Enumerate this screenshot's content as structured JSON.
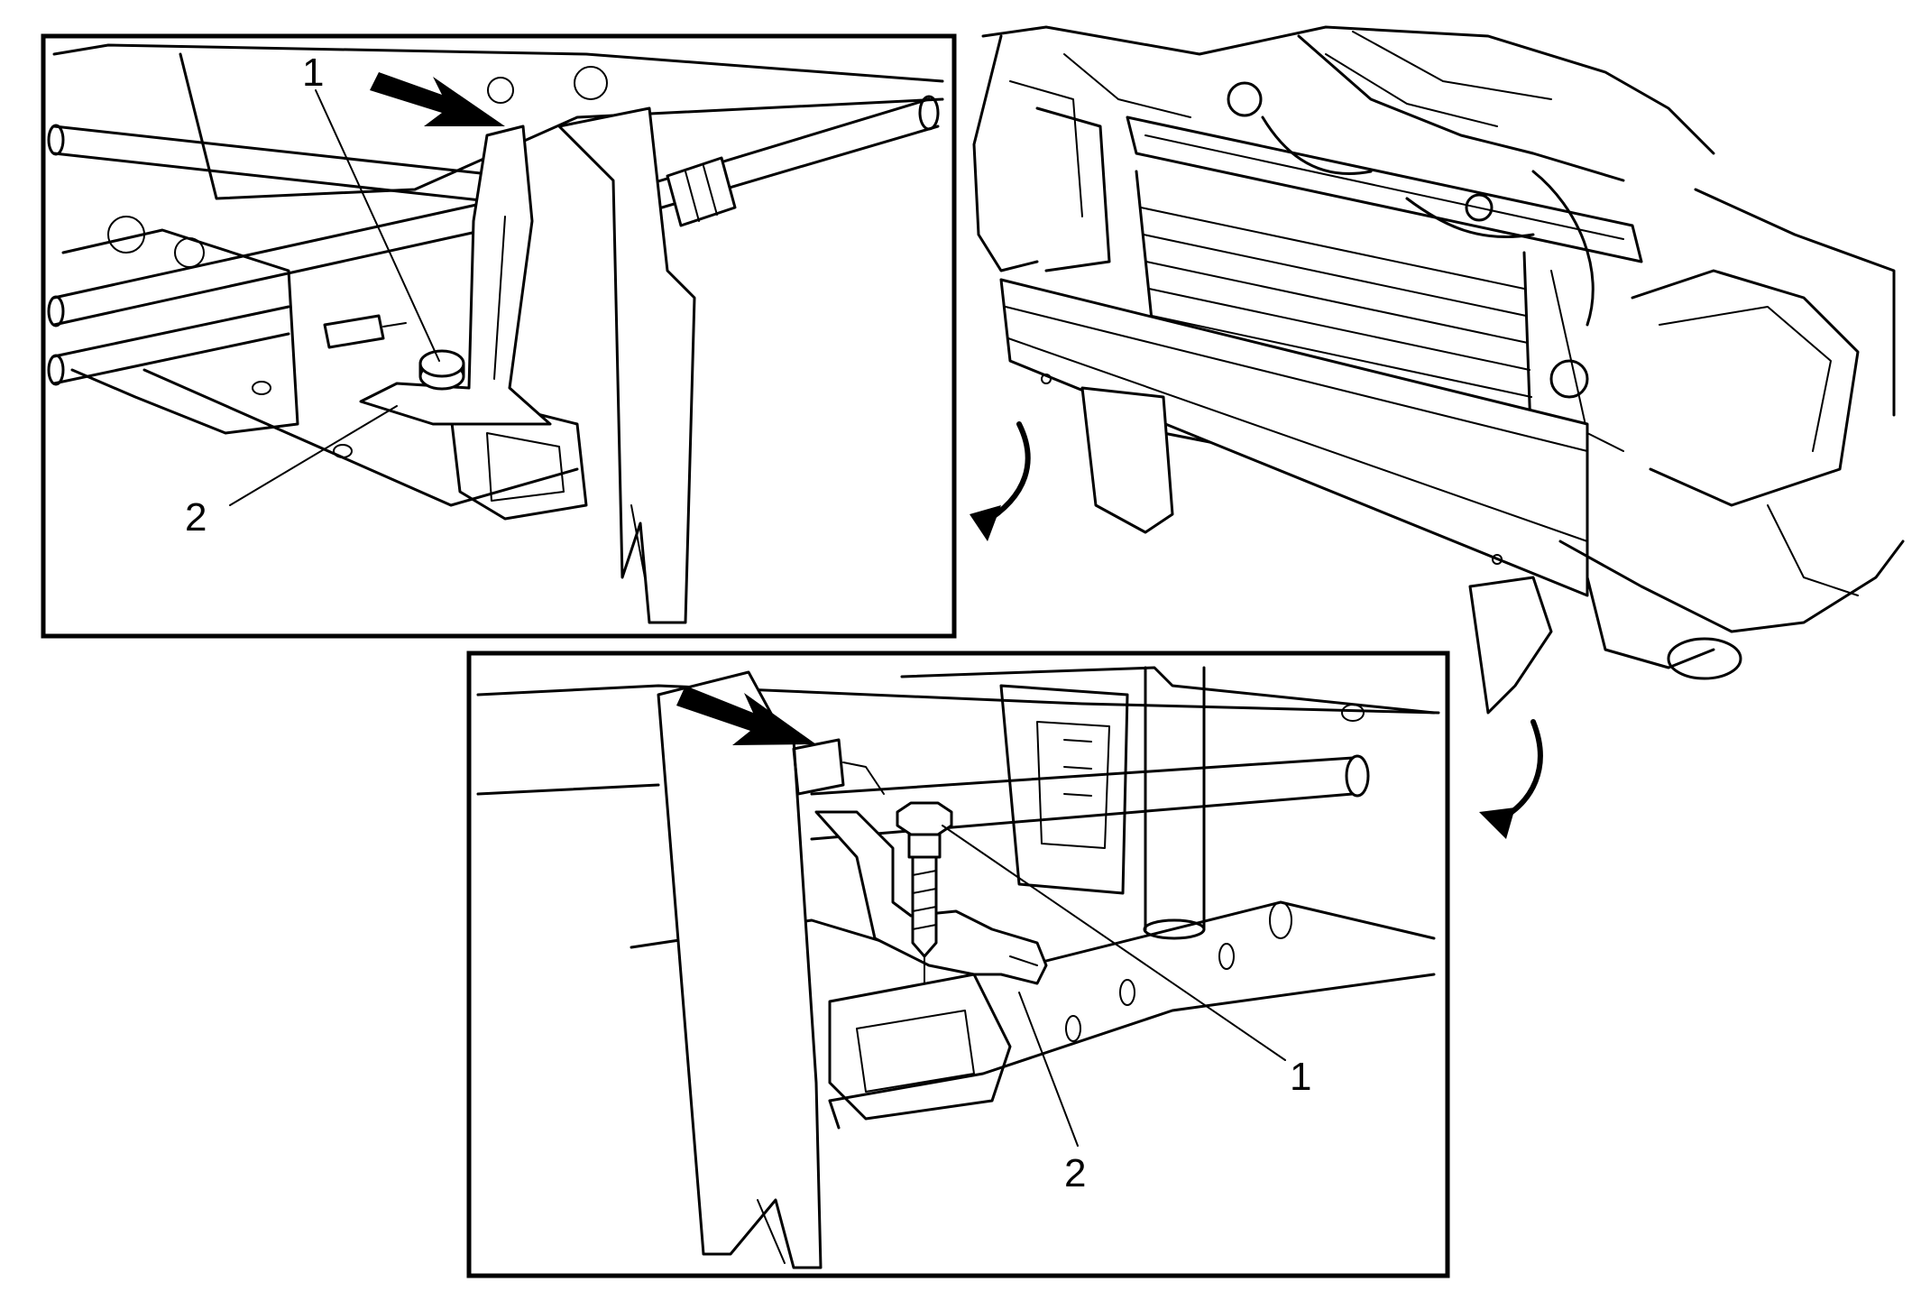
{
  "figure": {
    "callouts": {
      "top_left_1": "1",
      "top_left_2": "2",
      "bottom_1": "1",
      "bottom_2": "2"
    },
    "line_color": "#000000",
    "background_color": "#ffffff"
  }
}
